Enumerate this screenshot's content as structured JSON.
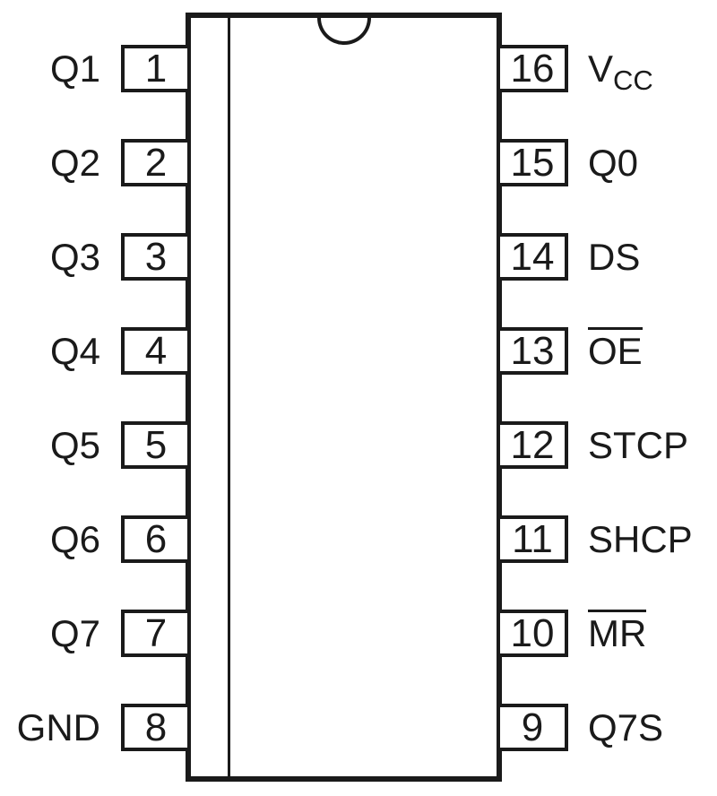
{
  "diagram": {
    "package": {
      "stroke_color": "#1a1a1a",
      "background_color": "#ffffff",
      "notch": "top-center-semicircle"
    },
    "pins_left": [
      {
        "number": "1",
        "label": "Q1"
      },
      {
        "number": "2",
        "label": "Q2"
      },
      {
        "number": "3",
        "label": "Q3"
      },
      {
        "number": "4",
        "label": "Q4"
      },
      {
        "number": "5",
        "label": "Q5"
      },
      {
        "number": "6",
        "label": "Q6"
      },
      {
        "number": "7",
        "label": "Q7"
      },
      {
        "number": "8",
        "label": "GND"
      }
    ],
    "pins_right": [
      {
        "number": "16",
        "label": "VCC",
        "label_main": "V",
        "label_sub": "CC"
      },
      {
        "number": "15",
        "label": "Q0"
      },
      {
        "number": "14",
        "label": "DS"
      },
      {
        "number": "13",
        "label": "OE",
        "overline": true
      },
      {
        "number": "12",
        "label": "STCP"
      },
      {
        "number": "11",
        "label": "SHCP"
      },
      {
        "number": "10",
        "label": "MR",
        "overline": true
      },
      {
        "number": "9",
        "label": "Q7S"
      }
    ]
  }
}
